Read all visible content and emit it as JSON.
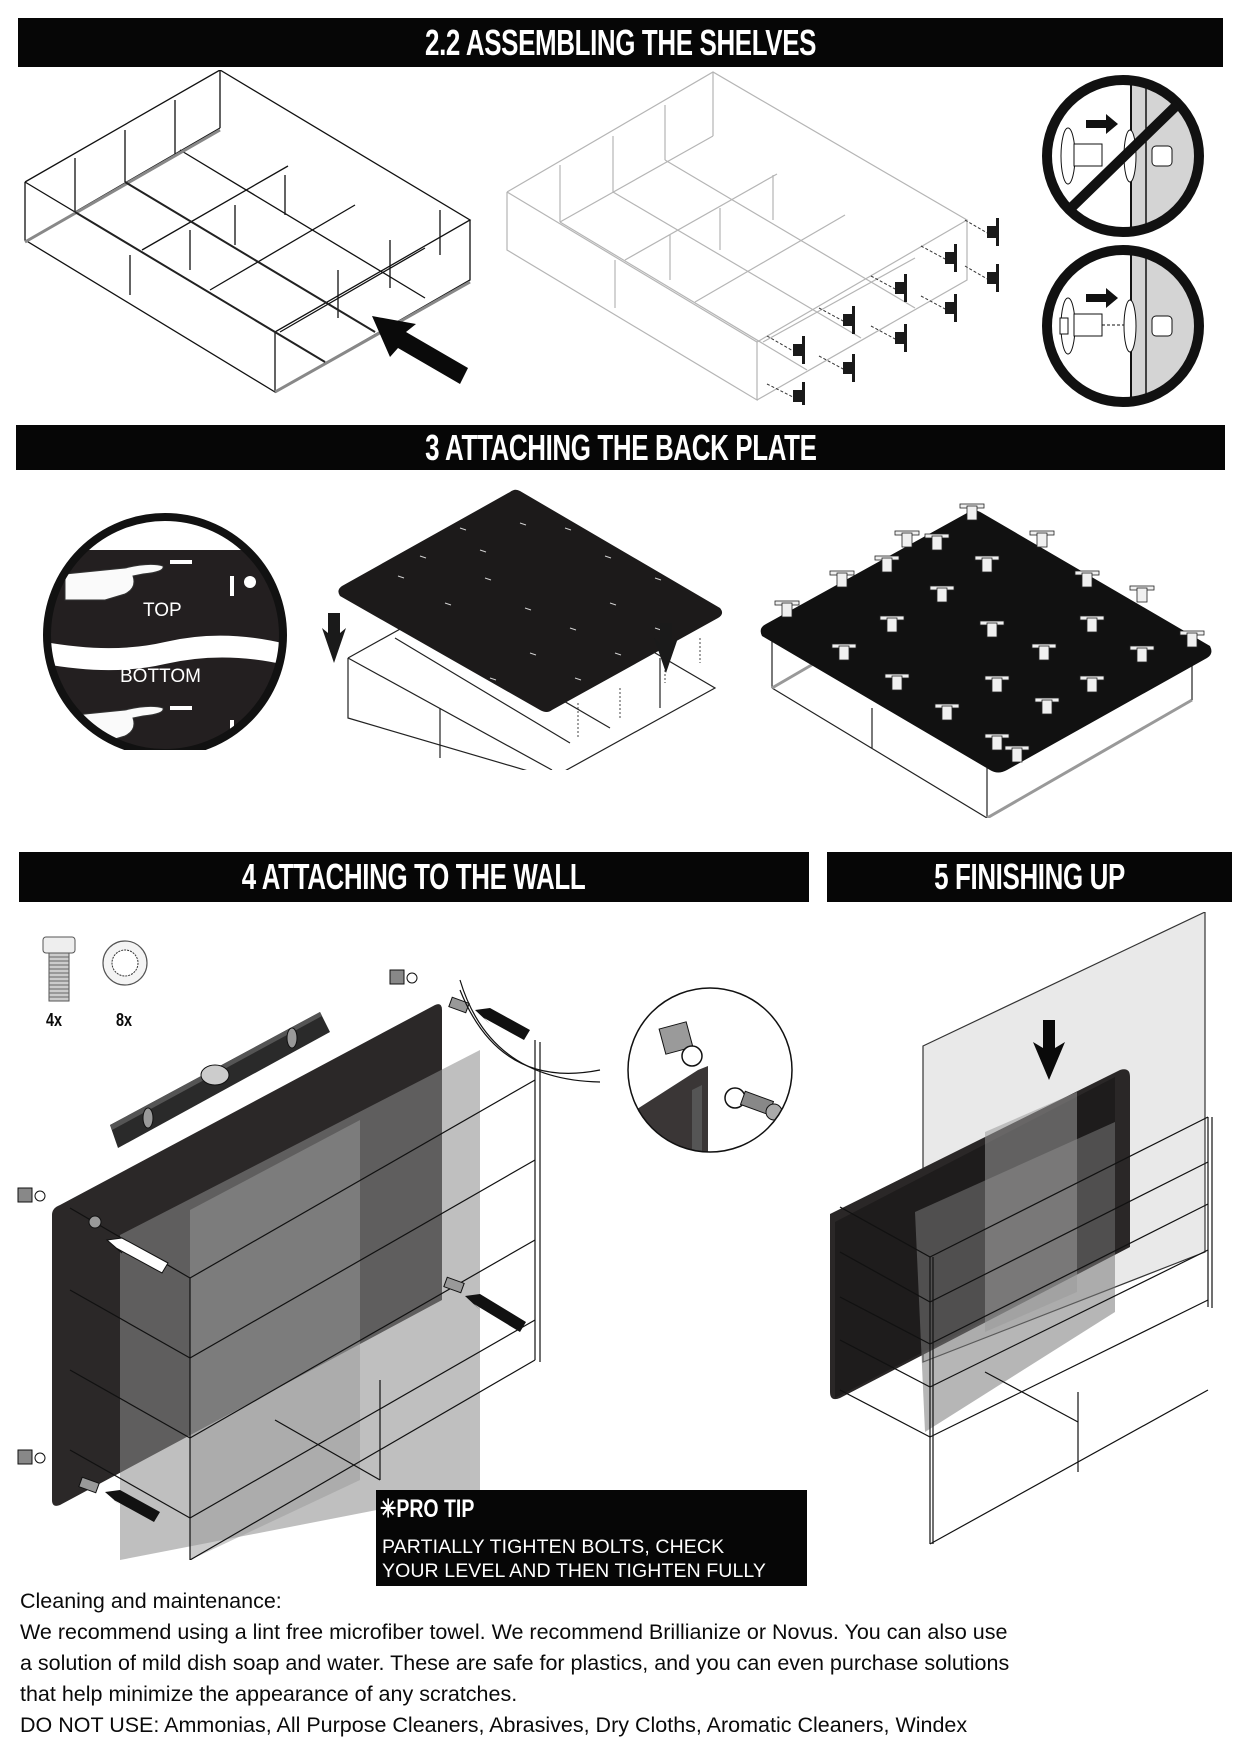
{
  "sections": [
    {
      "id": "2.2",
      "title": "2.2 ASSEMBLING THE SHELVES"
    },
    {
      "id": "3",
      "title": "3 ATTACHING THE BACK PLATE"
    },
    {
      "id": "4",
      "title": "4 ATTACHING TO THE WALL"
    },
    {
      "id": "5",
      "title": "5 FINISHING UP"
    }
  ],
  "back_plate_orientation": {
    "top_label": "TOP",
    "bottom_label": "BOTTOM"
  },
  "hardware": [
    {
      "icon": "bolt-icon",
      "quantity": "4x"
    },
    {
      "icon": "washer-icon",
      "quantity": "8x"
    }
  ],
  "pro_tip": {
    "title": "✳PRO TIP",
    "lines": [
      "PARTIALLY TIGHTEN BOLTS, CHECK",
      "YOUR LEVEL AND THEN TIGHTEN FULLY"
    ]
  },
  "maintenance": {
    "heading": "Cleaning and maintenance:",
    "lines": [
      "We recommend using a lint free microfiber towel. We recommend Brillianize or Novus. You can also use",
      "a solution of mild dish soap and water. These are safe for plastics, and you can even purchase solutions",
      "that help minimize the appearance of any scratches.",
      "DO NOT USE: Ammonias, All Purpose Cleaners, Abrasives, Dry Cloths, Aromatic Cleaners, Windex"
    ]
  },
  "colors": {
    "banner_bg": "#060606",
    "banner_text": "#ffffff",
    "back_plate": "#1a1a1a",
    "wall_gray": "#d8d8d8",
    "panel_gray": "#7a7a7a"
  }
}
